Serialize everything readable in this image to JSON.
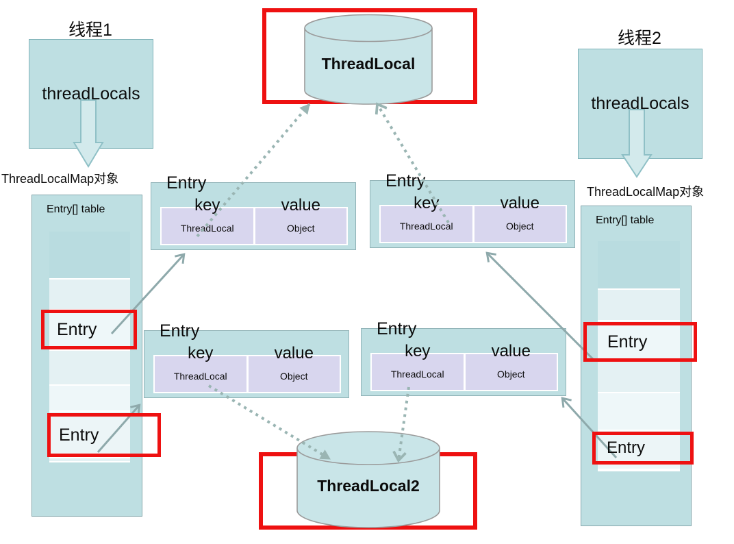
{
  "thread_left": {
    "title": "线程1",
    "field": "threadLocals",
    "map_label": "ThreadLocalMap对象",
    "table_label": "Entry[] table",
    "entries": [
      "Entry",
      "Entry"
    ]
  },
  "thread_right": {
    "title": "线程2",
    "field": "threadLocals",
    "map_label": "ThreadLocalMap对象",
    "table_label": "Entry[] table",
    "entries": [
      "Entry",
      "Entry"
    ]
  },
  "tables": [
    {
      "title": "Entry",
      "key_header": "key",
      "value_header": "value",
      "key": "ThreadLocal",
      "value": "Object"
    },
    {
      "title": "Entry",
      "key_header": "key",
      "value_header": "value",
      "key": "ThreadLocal",
      "value": "Object"
    },
    {
      "title": "Entry",
      "key_header": "key",
      "value_header": "value",
      "key": "ThreadLocal",
      "value": "Object"
    },
    {
      "title": "Entry",
      "key_header": "key",
      "value_header": "value",
      "key": "ThreadLocal",
      "value": "Object"
    }
  ],
  "cylinders": {
    "top": "ThreadLocal",
    "bottom": "ThreadLocal2"
  },
  "colors": {
    "box_teal": "#bedfe2",
    "stripe_light": "#e4f1f3",
    "stripe_pale": "#eef7f9",
    "cell_purple": "#d8d6ee",
    "highlight_red": "#ee1111",
    "arrow_gray": "#8ea9ab",
    "dotted_gray": "#97b7b5",
    "cylinder_fill": "#c9e5e8"
  }
}
